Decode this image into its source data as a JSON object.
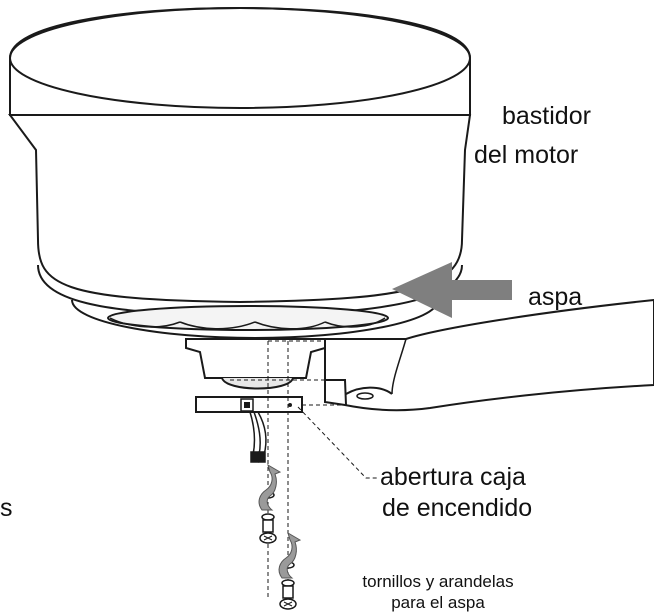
{
  "labels": {
    "motor_housing_line1": "bastidor",
    "motor_housing_line2": "del motor",
    "blade": "aspa",
    "switch_housing_line1": "abertura caja",
    "switch_housing_line2": "de encendido",
    "screws_line1": "tornillos y arandelas",
    "screws_line2": "para el aspa",
    "left_cutoff": "s"
  },
  "colors": {
    "line": "#1a1a1a",
    "arrow": "#7f7f7f",
    "background": "#ffffff"
  },
  "icons": {
    "direction_arrow": "left-arrow-icon",
    "up_arrows": "curly-up-arrow-icon"
  }
}
